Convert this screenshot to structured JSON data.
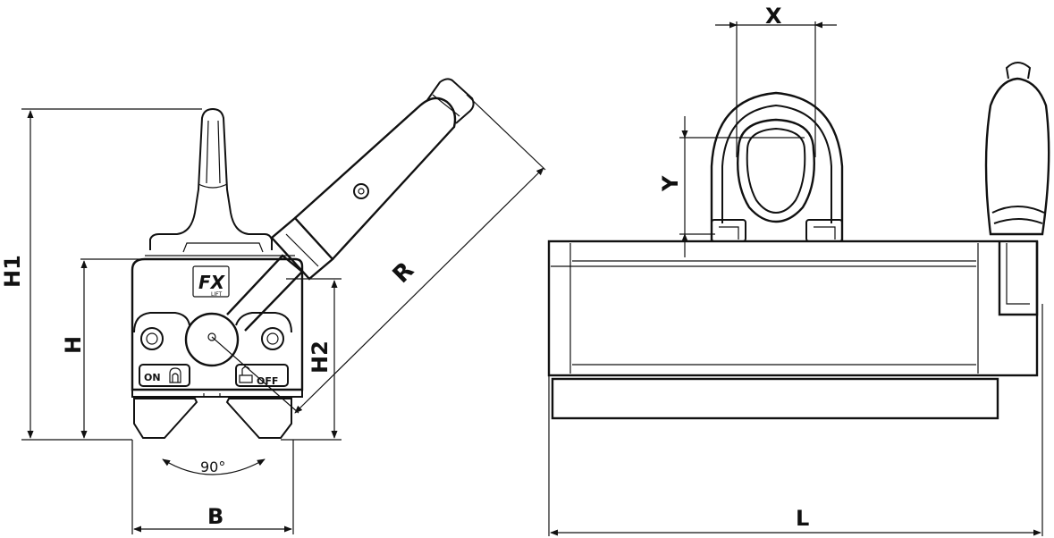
{
  "labels": {
    "h1": "H1",
    "h": "H",
    "h2": "H2",
    "b": "B",
    "r": "R",
    "angle": "90°",
    "x": "X",
    "y": "Y",
    "l": "L"
  },
  "knob": {
    "on": "ON",
    "off": "OFF"
  },
  "logo": {
    "mark": "FX",
    "sub": "LIFT"
  }
}
